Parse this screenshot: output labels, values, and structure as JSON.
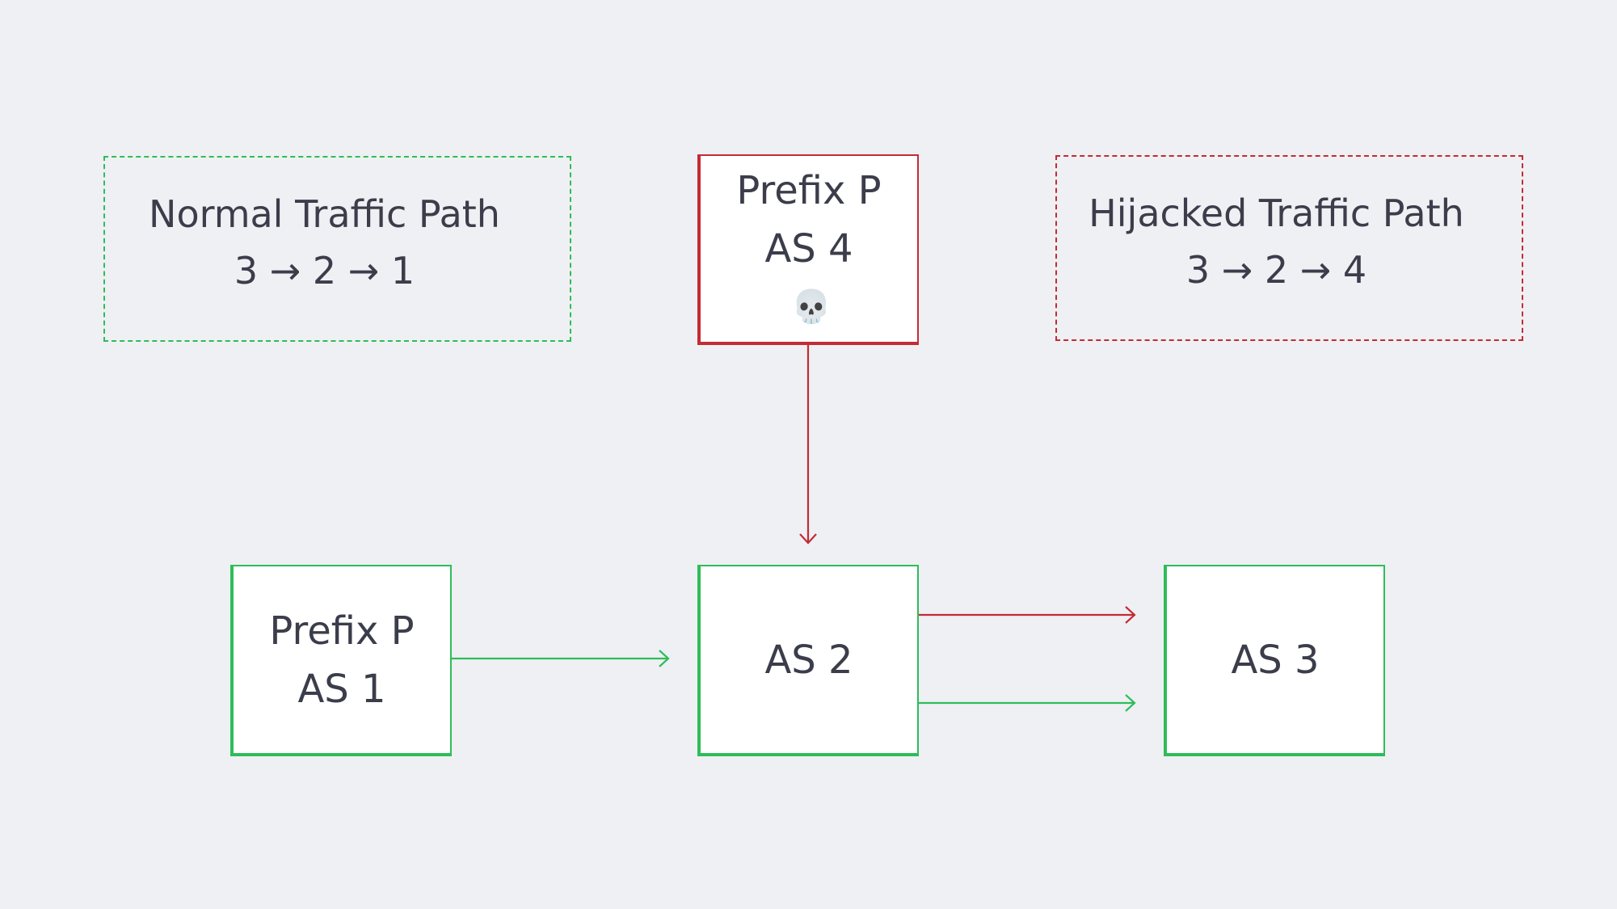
{
  "legend": {
    "normal": {
      "title": "Normal Traffic Path",
      "path": "3 → 2 → 1"
    },
    "hijacked": {
      "title": "Hijacked Traffic Path",
      "path": "3 → 2 → 4"
    }
  },
  "nodes": {
    "as4": {
      "line1": "Prefix P",
      "line2": "AS 4",
      "icon": "skull-icon",
      "glyph": "💀"
    },
    "as1": {
      "line1": "Prefix P",
      "line2": "AS 1"
    },
    "as2": {
      "line1": "AS 2"
    },
    "as3": {
      "line1": "AS 3"
    }
  },
  "edges": [
    {
      "from": "as4",
      "to": "as2",
      "color": "#c42b35"
    },
    {
      "from": "as1",
      "to": "as2",
      "color": "#2dbd5a"
    },
    {
      "from": "as2",
      "to": "as3",
      "color": "#c42b35"
    },
    {
      "from": "as2",
      "to": "as3",
      "color": "#2dbd5a"
    }
  ],
  "colors": {
    "normal": "#2dbd5a",
    "hijacked": "#c42b35",
    "background": "#eff0f3",
    "text": "#3b3d4b"
  }
}
